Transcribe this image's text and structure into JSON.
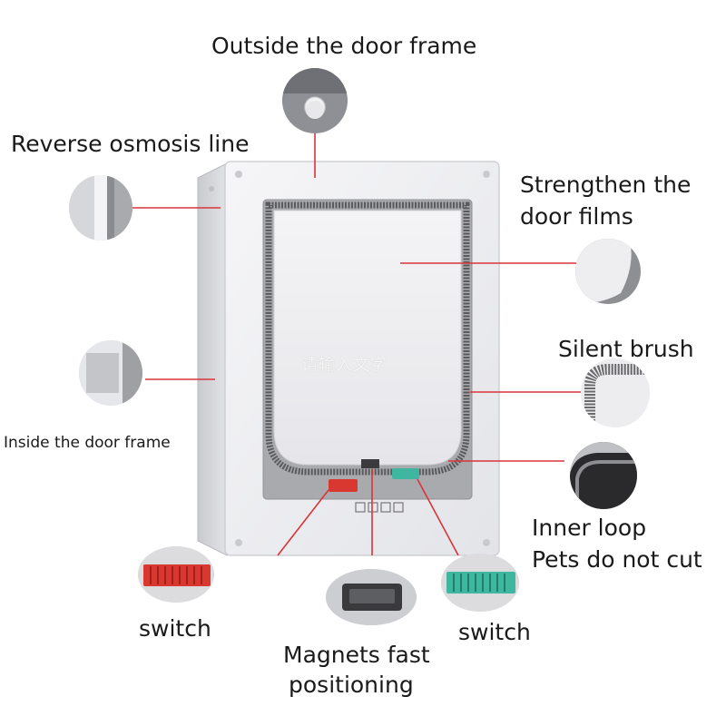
{
  "labels": {
    "outside_frame": "Outside the door frame",
    "reverse_osmosis": "Reverse osmosis line",
    "strengthen_line1": "Strengthen the",
    "strengthen_line2": "door films",
    "silent_brush": "Silent brush",
    "inside_frame": "Inside the door frame",
    "inner_loop_line1": "Inner loop",
    "inner_loop_line2": "Pets do not cut",
    "switch_left": "switch",
    "switch_right": "switch",
    "magnets_line1": "Magnets fast",
    "magnets_line2": "positioning"
  },
  "watermark": "请输入文字",
  "colors": {
    "leader_line": "#d9343a",
    "frame": "#f1f1f3",
    "switch_red": "#d8382f",
    "switch_teal": "#3fb6a0",
    "brush": "#555555"
  }
}
